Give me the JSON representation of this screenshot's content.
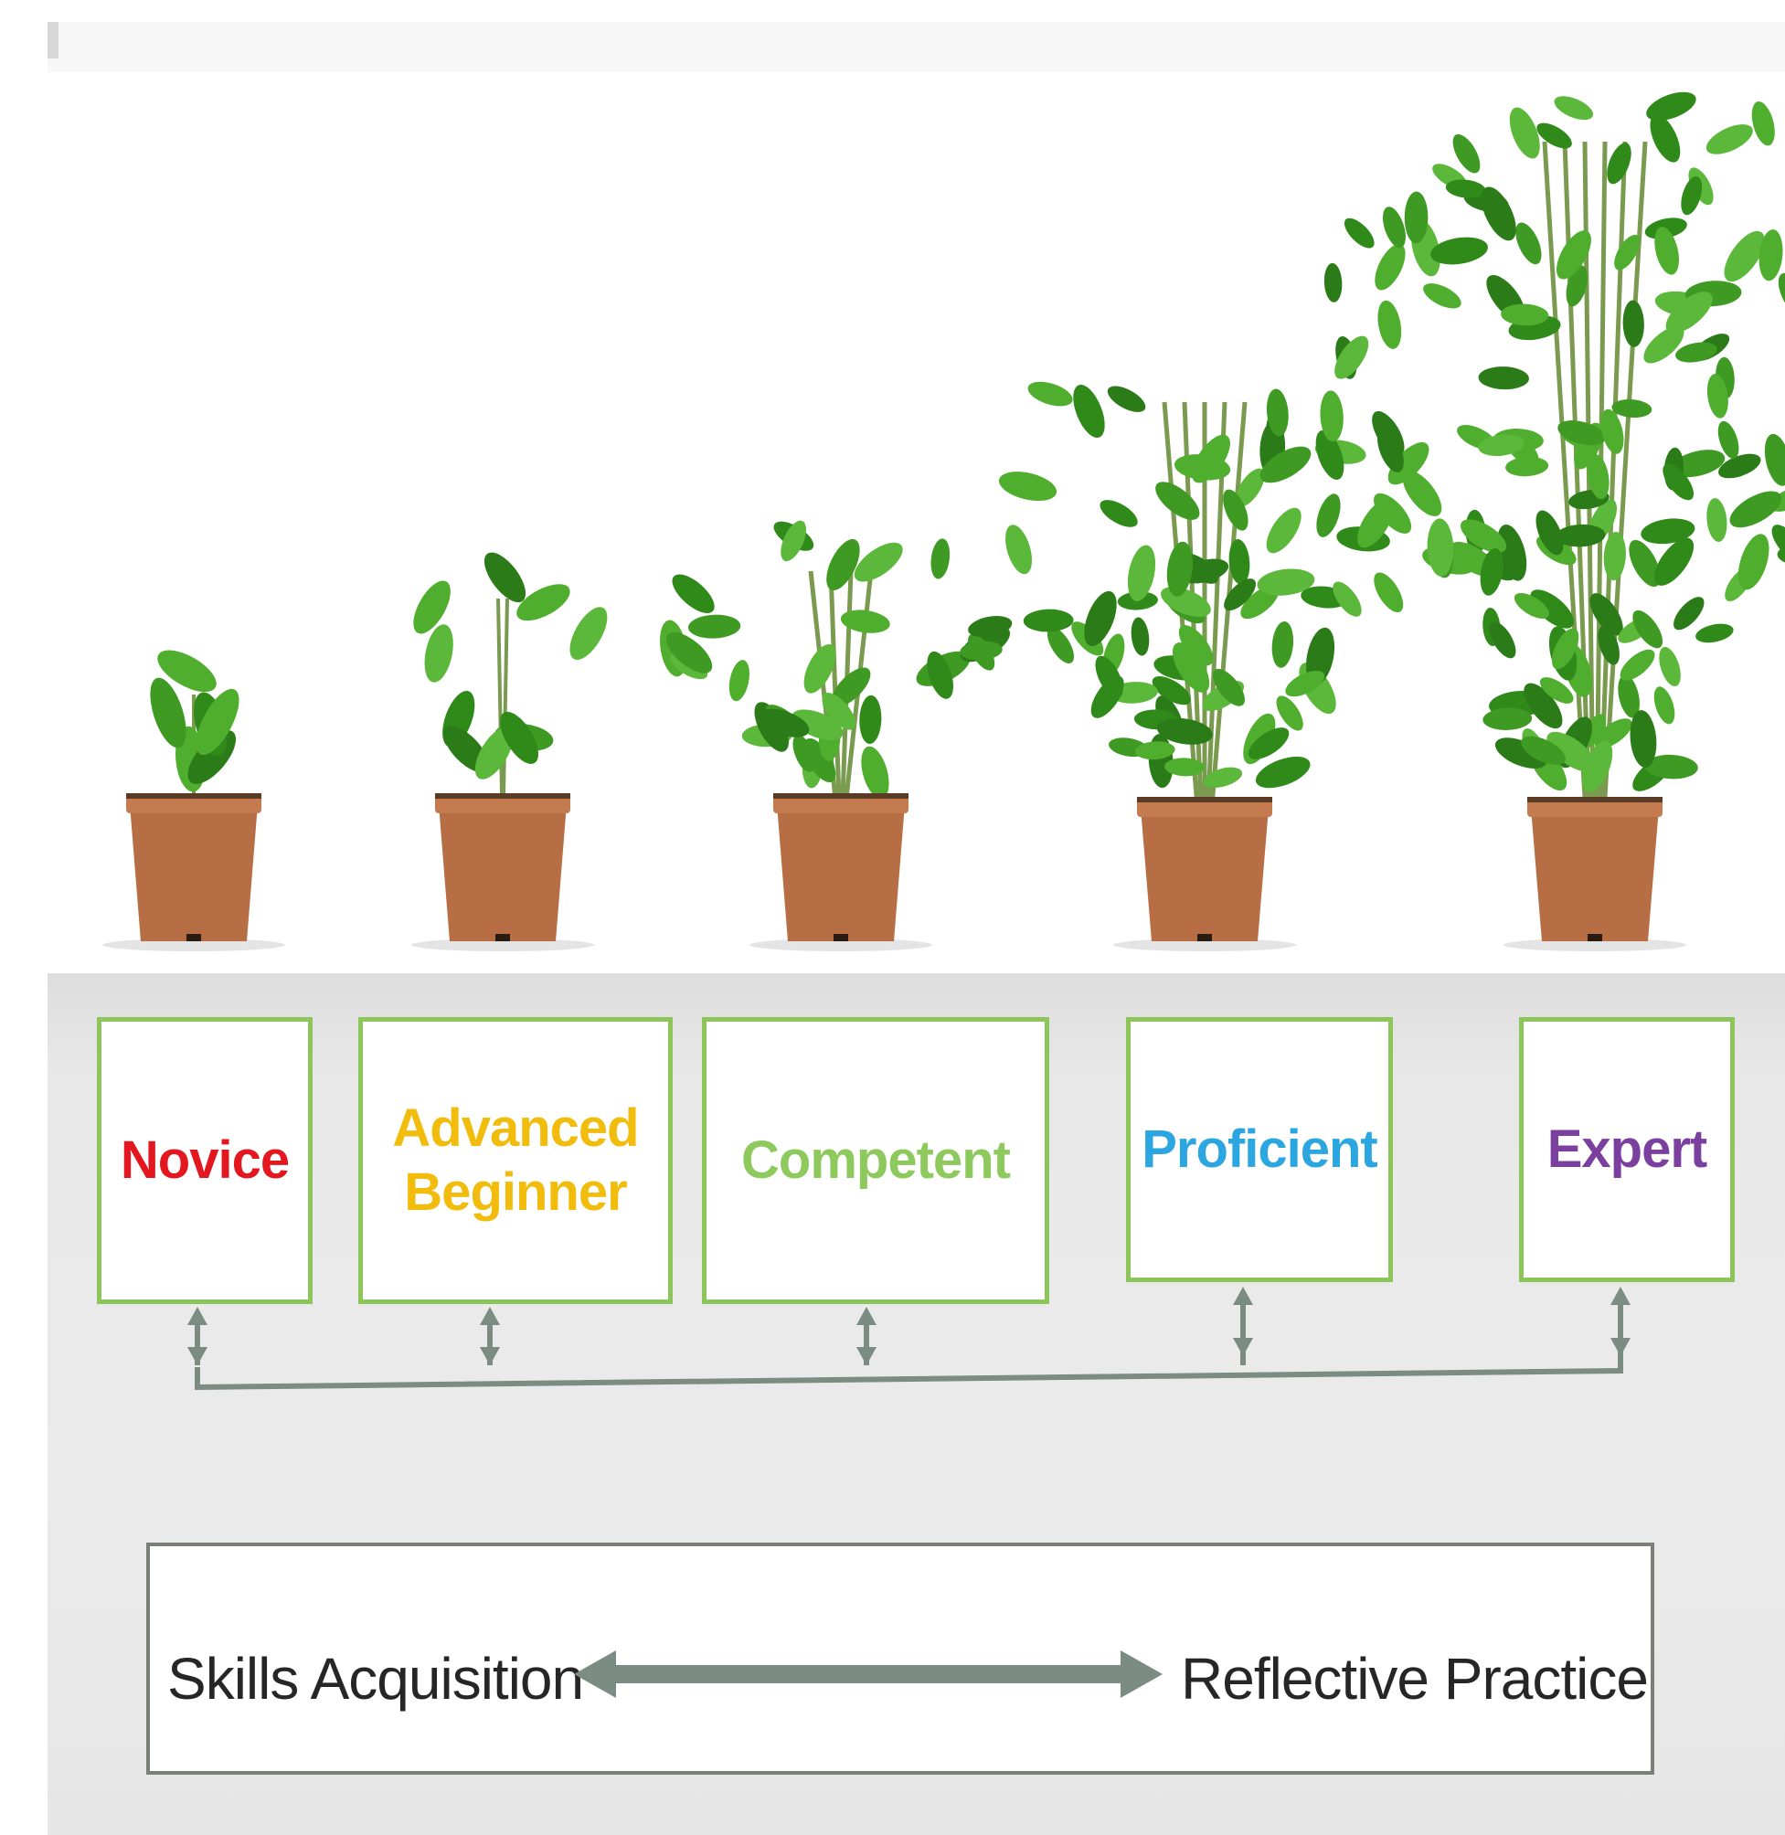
{
  "colors": {
    "box_border": "#8cc65a",
    "connector": "#7b8c82",
    "pot": "#b86e45",
    "leaf": "#3f9a24",
    "stem": "#7a9a50",
    "panel": "#e9e9e9"
  },
  "stages": [
    {
      "label": "Novice",
      "color": "#e3171f",
      "plant_icon": "seedling-icon"
    },
    {
      "label": "Advanced\nBeginner",
      "color": "#f2bc0c",
      "plant_icon": "young-plant-icon"
    },
    {
      "label": "Competent",
      "color": "#8ec95d",
      "plant_icon": "small-bush-icon"
    },
    {
      "label": "Proficient",
      "color": "#2ca6e0",
      "plant_icon": "medium-tree-icon"
    },
    {
      "label": "Expert",
      "color": "#7b3fa0",
      "plant_icon": "tall-tree-icon"
    }
  ],
  "continuum": {
    "left_label": "Skills Acquisition",
    "right_label": "Reflective Practice",
    "arrow_icon": "double-arrow-icon"
  }
}
